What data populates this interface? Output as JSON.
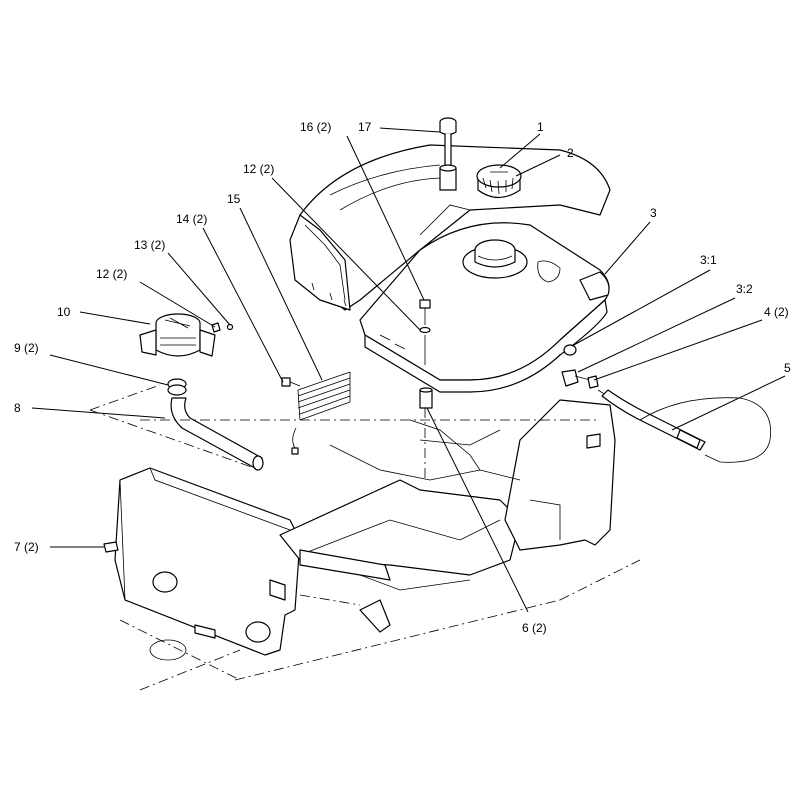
{
  "callouts": [
    {
      "id": "c17",
      "text": "17"
    },
    {
      "id": "c16",
      "text": "16 (2)"
    },
    {
      "id": "c1",
      "text": "1"
    },
    {
      "id": "c2",
      "text": "2"
    },
    {
      "id": "c12a",
      "text": "12 (2)"
    },
    {
      "id": "c15",
      "text": "15"
    },
    {
      "id": "c14",
      "text": "14 (2)"
    },
    {
      "id": "c3",
      "text": "3"
    },
    {
      "id": "c13",
      "text": "13 (2)"
    },
    {
      "id": "c12b",
      "text": "12 (2)"
    },
    {
      "id": "c31",
      "text": "3:1"
    },
    {
      "id": "c32",
      "text": "3:2"
    },
    {
      "id": "c10",
      "text": "10"
    },
    {
      "id": "c4",
      "text": "4 (2)"
    },
    {
      "id": "c9",
      "text": "9 (2)"
    },
    {
      "id": "c5",
      "text": "5"
    },
    {
      "id": "c8",
      "text": "8"
    },
    {
      "id": "c7",
      "text": "7 (2)"
    },
    {
      "id": "c6",
      "text": "6 (2)"
    }
  ]
}
